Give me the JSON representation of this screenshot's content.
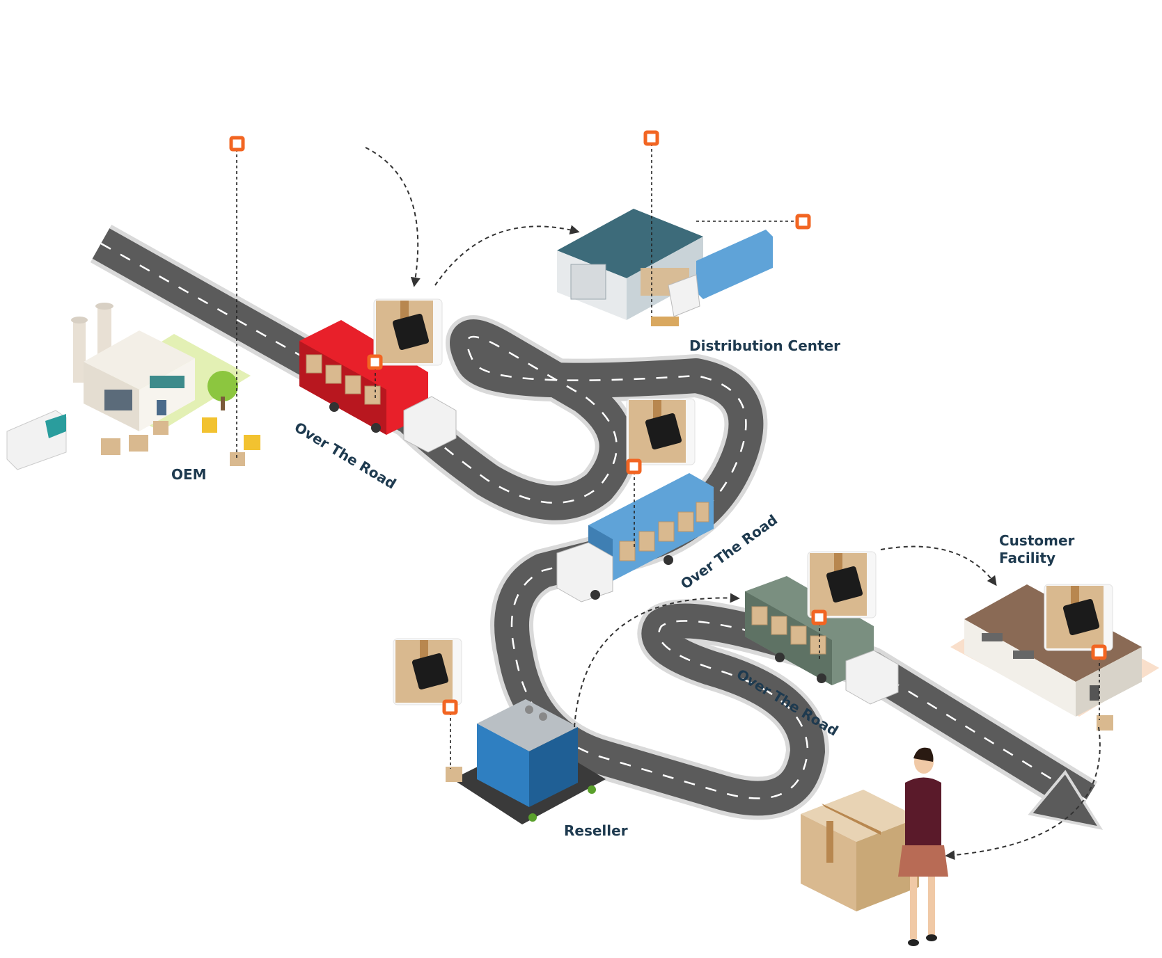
{
  "labels": {
    "oem": "OEM",
    "distribution_center": "Distribution Center",
    "customer_facility_line1": "Customer",
    "customer_facility_line2": "Facility",
    "reseller": "Reseller"
  },
  "road_labels": {
    "segment1": "Over The Road",
    "segment2": "Over The Road",
    "segment3": "Over The Road"
  },
  "colors": {
    "road": "#5b5b5b",
    "road_edge": "#d9d9d9",
    "tracker_marker": "#f26522",
    "label_text": "#1e3a4f",
    "box": "#d9b98f",
    "truck_red": "#e8202a",
    "truck_blue": "#5fa3d8",
    "truck_green": "#7a8f80",
    "warehouse_roof": "#3d6b7a"
  },
  "icons": [
    "factory-icon",
    "warehouse-icon",
    "office-building-icon",
    "truck-icon",
    "tracker-device-icon",
    "package-icon",
    "person-icon",
    "customer-facility-icon"
  ]
}
